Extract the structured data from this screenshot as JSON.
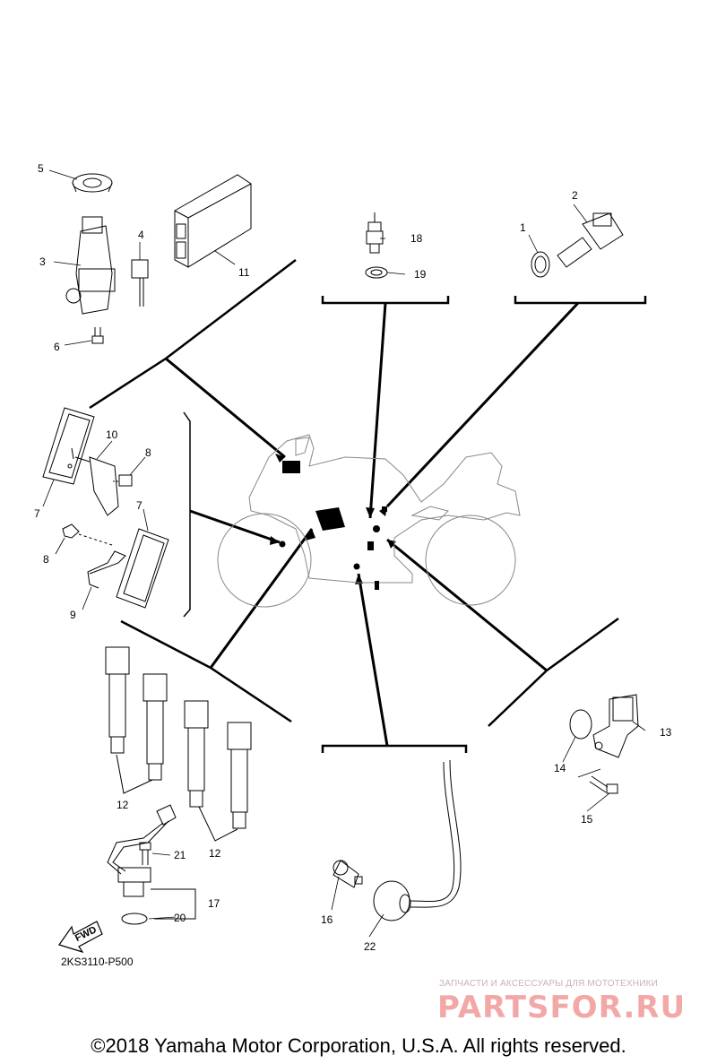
{
  "diagram": {
    "callouts": [
      "1",
      "2",
      "3",
      "4",
      "5",
      "6",
      "7",
      "7",
      "8",
      "8",
      "9",
      "10",
      "11",
      "12",
      "12",
      "13",
      "14",
      "15",
      "16",
      "17",
      "18",
      "19",
      "20",
      "21",
      "22"
    ],
    "fwd_label": "FWD",
    "drawing_code": "2KS3110-P500"
  },
  "watermark": {
    "tagline": "ЗАПЧАСТИ И АКСЕССУАРЫ ДЛЯ МОТОТЕХНИКИ",
    "logo": "PARTSFOR.RU"
  },
  "footer": {
    "copyright": "©2018 Yamaha Motor Corporation, U.S.A. All rights reserved."
  }
}
